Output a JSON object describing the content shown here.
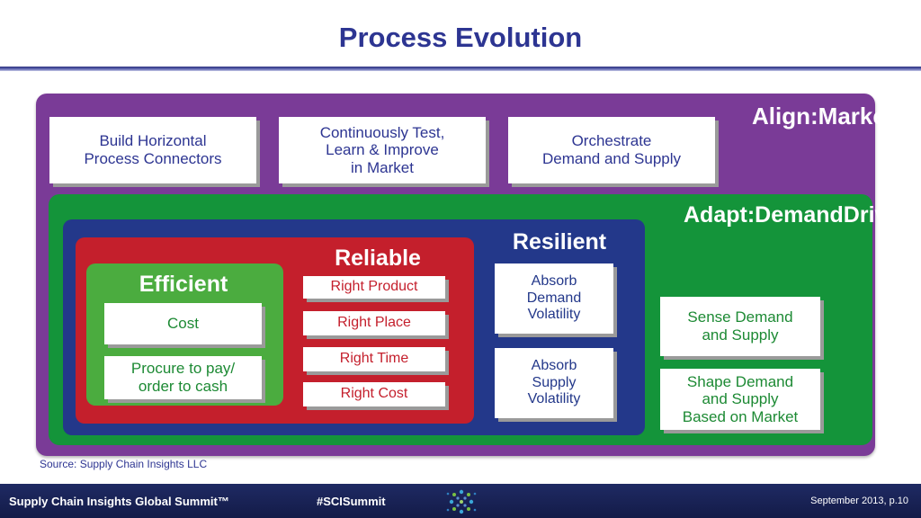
{
  "title": "Process Evolution",
  "layers": {
    "align": {
      "label": "Align:\nMarket\nDriven",
      "items": [
        "Build Horizontal\nProcess Connectors",
        "Continuously Test,\nLearn & Improve\nin Market",
        "Orchestrate\nDemand and Supply"
      ]
    },
    "adapt": {
      "label": "Adapt:\nDemand\nDriven",
      "items": [
        "Sense Demand\nand Supply",
        "Shape Demand\nand Supply\nBased on Market"
      ]
    },
    "resilient": {
      "label": "Resilient",
      "items": [
        "Absorb\nDemand\nVolatility",
        "Absorb\nSupply\nVolatility"
      ]
    },
    "reliable": {
      "label": "Reliable",
      "items": [
        "Right Product",
        "Right Place",
        "Right Time",
        "Right Cost"
      ]
    },
    "efficient": {
      "label": "Efficient",
      "items": [
        "Cost",
        "Procure to pay/\norder to cash"
      ]
    }
  },
  "source": "Source:  Supply Chain Insights LLC",
  "footer": {
    "event": "Supply Chain Insights Global Summit™",
    "hashtag": "#SCISummit",
    "date_page": "September 2013, p.10"
  },
  "colors": {
    "title": "#2d3592",
    "align": "#7a3b97",
    "adapt": "#14943a",
    "resilient": "#23388a",
    "reliable": "#c41f2c",
    "efficient": "#4bac3f",
    "footer": "#1f2a63"
  },
  "icons": [
    "summit-logo-icon"
  ]
}
